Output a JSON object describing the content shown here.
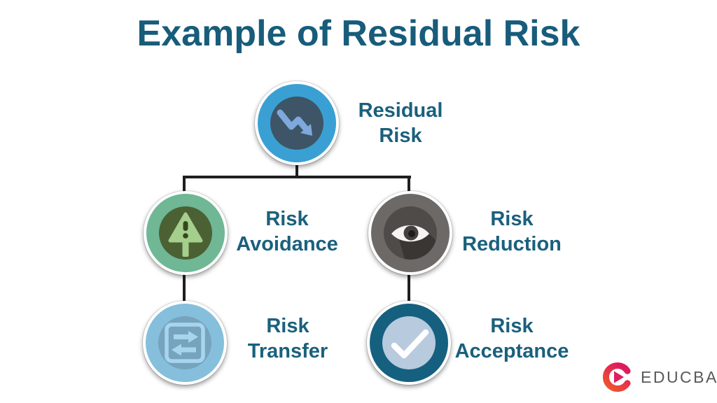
{
  "title": "Example of Residual Risk",
  "diagram": {
    "type": "hierarchy-tree",
    "connector_color": "#1f1f1f",
    "nodes": {
      "residual_risk": {
        "line1": "Residual",
        "line2": "Risk",
        "icon": "trend-down-arrow",
        "outer_color": "#3AA0D3",
        "inner_color": "#3D5566",
        "icon_color": "#7FA9DC"
      },
      "risk_avoidance": {
        "line1": "Risk",
        "line2": "Avoidance",
        "icon": "warning-sign",
        "outer_color": "#6FB795",
        "inner_color": "#4B6134",
        "icon_color": "#A5CF8C"
      },
      "risk_reduction": {
        "line1": "Risk",
        "line2": "Reduction",
        "icon": "eye",
        "outer_color": "#6D6966",
        "inner_color": "#4F4B49",
        "icon_color": "#F5F4F2"
      },
      "risk_transfer": {
        "line1": "Risk",
        "line2": "Transfer",
        "icon": "transfer-arrows",
        "outer_color": "#85BFDC",
        "inner_color": "#76A3BE",
        "icon_color": "#A8D4EE"
      },
      "risk_acceptance": {
        "line1": "Risk",
        "line2": "Acceptance",
        "icon": "checkmark",
        "outer_color": "#16607F",
        "inner_color": "#B7CADE",
        "icon_color": "#FFFFFF"
      }
    },
    "edges": [
      [
        "residual_risk",
        "risk_avoidance"
      ],
      [
        "residual_risk",
        "risk_reduction"
      ],
      [
        "risk_avoidance",
        "risk_transfer"
      ],
      [
        "risk_reduction",
        "risk_acceptance"
      ]
    ]
  },
  "text_colors": {
    "title": "#185C7B",
    "labels": "#1A607D"
  },
  "branding": {
    "logo_text": "EDUCBA",
    "logo_text_color": "#58595B",
    "logo_gradient_top": "#DE1A5F",
    "logo_gradient_bottom": "#F1592A"
  }
}
